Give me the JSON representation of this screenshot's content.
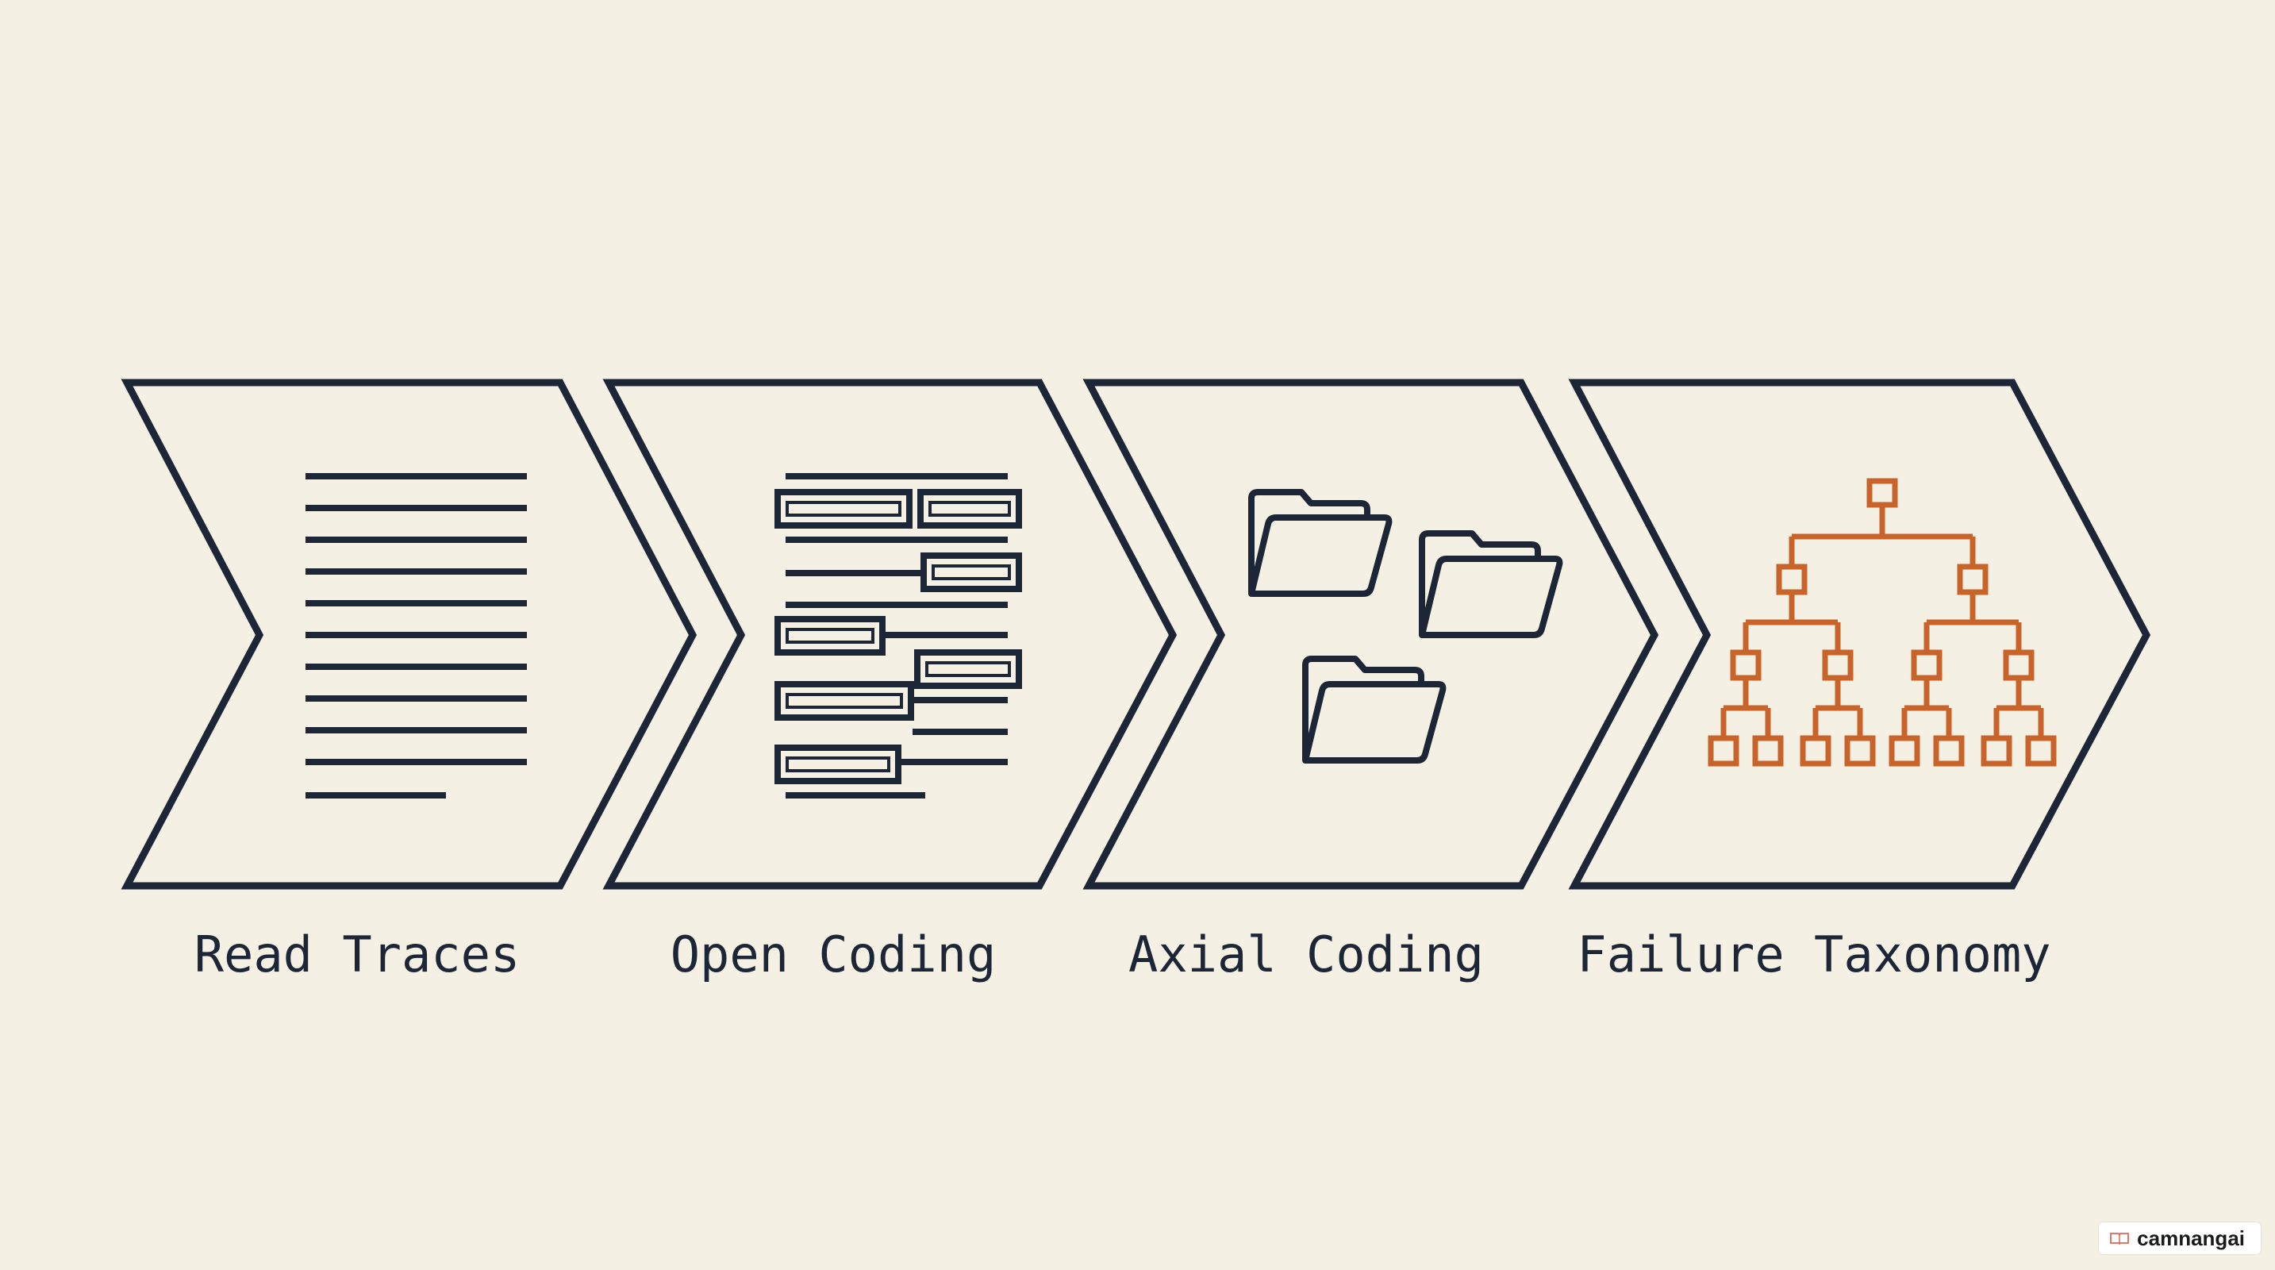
{
  "steps": [
    {
      "label": "Read Traces",
      "icon": "document-lines-icon"
    },
    {
      "label": "Open Coding",
      "icon": "coded-lines-icon"
    },
    {
      "label": "Axial Coding",
      "icon": "folders-icon"
    },
    {
      "label": "Failure Taxonomy",
      "icon": "tree-hierarchy-icon"
    }
  ],
  "colors": {
    "background": "#f4f0e4",
    "outline": "#1d2636",
    "accent": "#c8632a"
  },
  "watermark": {
    "text": "camnangai",
    "icon": "book-logo-icon"
  }
}
